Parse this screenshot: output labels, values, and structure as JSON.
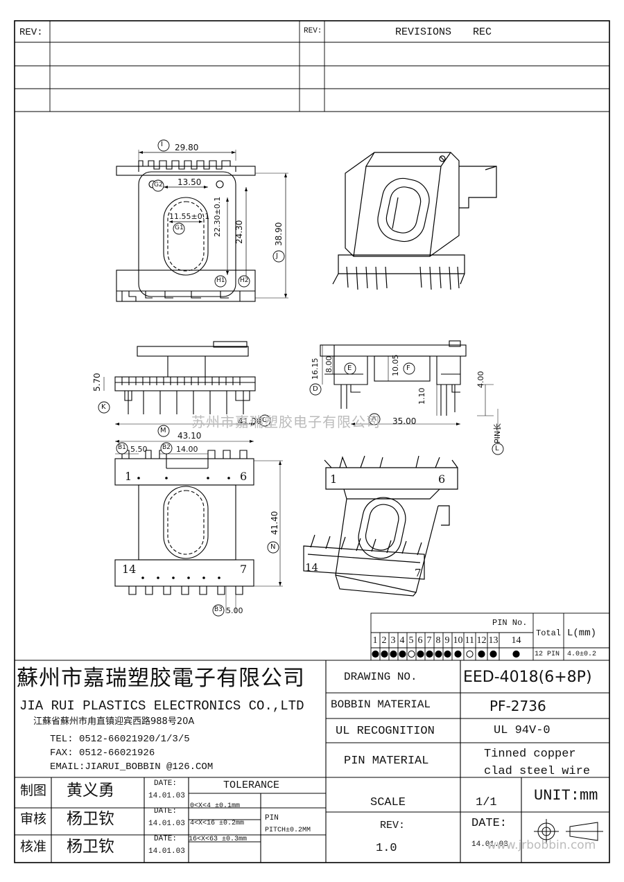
{
  "rev_header": {
    "rev_left": "REV:",
    "rev_mid": "REV:",
    "revisions": "REVISIONS",
    "rec": "REC"
  },
  "dims": {
    "I": "29.80",
    "G2": "13.50",
    "G1": "11.55±0.1",
    "h22": "22.30±0.1",
    "h24": "24.30",
    "J": "38.90",
    "K": "5.70",
    "C": "41.00",
    "D": "16.15",
    "E": "8.00",
    "F": "10.05",
    "A": "35.00",
    "t110": "1.10",
    "t400": "4.00",
    "pin_len": "PIN长",
    "M": "43.10",
    "B1": "5.50",
    "B2": "14.00",
    "N": "41.40",
    "B3": "5.00"
  },
  "labels": {
    "I": "I",
    "G2": "G2",
    "G1": "G1",
    "J": "J",
    "H1": "H1",
    "H2": "H2",
    "K": "K",
    "C": "C",
    "D": "D",
    "E": "E",
    "F": "F",
    "A": "A",
    "L": "L",
    "M": "M",
    "B1": "B1",
    "B2": "B2",
    "N": "N",
    "B3": "B3"
  },
  "pin_numbers": {
    "p1": "1",
    "p6": "6",
    "p14": "14",
    "p7": "7",
    "p1b": "1",
    "p6b": "6",
    "p14b": "14",
    "p7b": "7"
  },
  "watermark": "苏州市嘉瑞塑胶电子有限公司",
  "pin_table": {
    "title": "PIN No.",
    "total_label": "Total",
    "length_label": "L(mm)",
    "pins": [
      "1",
      "2",
      "3",
      "4",
      "5",
      "6",
      "7",
      "8",
      "9",
      "10",
      "11",
      "12",
      "13",
      "14"
    ],
    "status": [
      1,
      1,
      1,
      1,
      0,
      1,
      1,
      1,
      1,
      1,
      0,
      1,
      1,
      1
    ],
    "total": "12 PIN",
    "length": "4.0±0.2"
  },
  "company": {
    "name_cn": "蘇州市嘉瑞塑胶電子有限公司",
    "name_en": "JIA RUI PLASTICS ELECTRONICS CO.,LTD",
    "address": "江蘇省蘇州市甪直镇迎宾西路988号20A",
    "tel": "TEL: 0512-66021920/1/3/5",
    "fax": "FAX: 0512-66021926",
    "email": "EMAIL:JIARUI_BOBBIN @126.COM"
  },
  "info": {
    "drawing_no_label": "DRAWING  NO.",
    "drawing_no": "EED-4018(6+8P)",
    "material_label": "BOBBIN  MATERIAL",
    "material": "PF-2736",
    "ul_label": "UL RECOGNITION",
    "ul": "UL 94V-0",
    "pin_mat_label": "PIN MATERIAL",
    "pin_mat_1": "Tinned copper",
    "pin_mat_2": "clad steel wire",
    "scale_label": "SCALE",
    "scale": "1/1",
    "unit": "UNIT:mm",
    "rev_label": "REV:",
    "rev": "1.0",
    "date_label": "DATE:",
    "date": "14.01.03"
  },
  "signoff": [
    {
      "role": "制图",
      "name": "黄义勇",
      "date_label": "DATE:",
      "date": "14.01.03"
    },
    {
      "role": "审核",
      "name": "杨卫钦",
      "date_label": "DATE:",
      "date": "14.01.03"
    },
    {
      "role": "核准",
      "name": "杨卫钦",
      "date_label": "DATE:",
      "date": "14.01.03"
    }
  ],
  "tolerance": {
    "title": "TOLERANCE",
    "rows": [
      "0<X<4  ±0.1mm",
      "4<X<16 ±0.2mm",
      "16<X<63 ±0.3mm"
    ],
    "pin_label": "PIN",
    "pitch": "PITCH±0.2MM"
  },
  "site_watermark": "www.jrbobbin.com"
}
